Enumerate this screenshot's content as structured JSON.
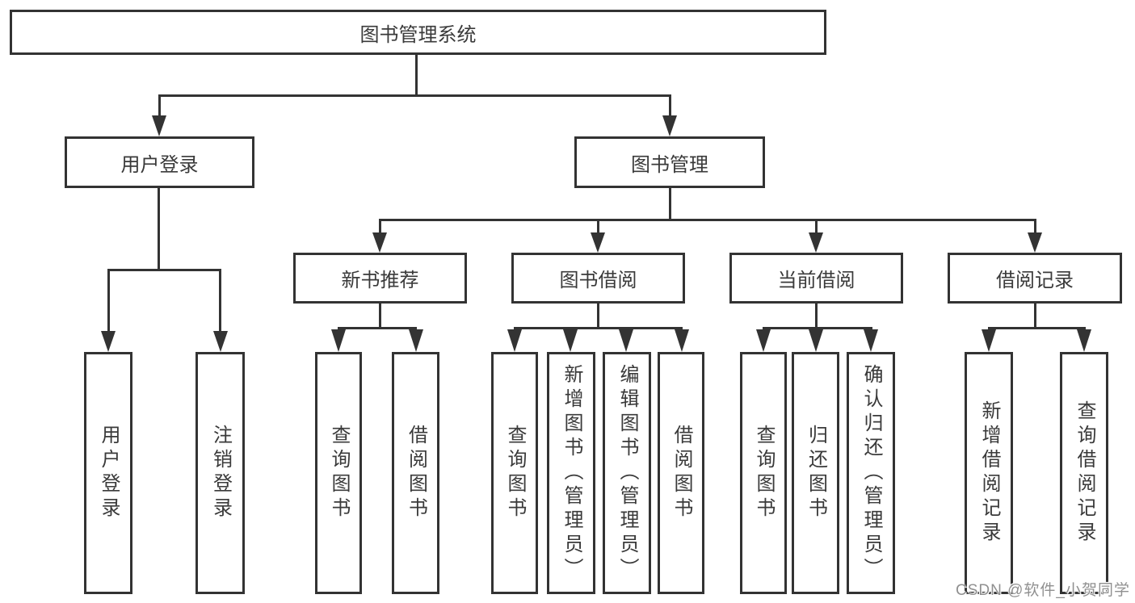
{
  "diagram": {
    "title": "图书管理系统",
    "root": {
      "label": "图书管理系统"
    },
    "branches": [
      {
        "label": "用户登录",
        "children": [
          {
            "label": "用户登录"
          },
          {
            "label": "注销登录"
          }
        ]
      },
      {
        "label": "图书管理",
        "children": [
          {
            "label": "新书推荐",
            "children": [
              {
                "label": "查询图书"
              },
              {
                "label": "借阅图书"
              }
            ]
          },
          {
            "label": "图书借阅",
            "children": [
              {
                "label": "查询图书"
              },
              {
                "label": "新增图书（管理员）"
              },
              {
                "label": "编辑图书（管理员）"
              },
              {
                "label": "借阅图书"
              }
            ]
          },
          {
            "label": "当前借阅",
            "children": [
              {
                "label": "查询图书"
              },
              {
                "label": "归还图书"
              },
              {
                "label": "确认归还（管理员）"
              }
            ]
          },
          {
            "label": "借阅记录",
            "children": [
              {
                "label": "新增借阅记录"
              },
              {
                "label": "查询借阅记录"
              }
            ]
          }
        ]
      }
    ]
  },
  "watermark": {
    "text": "CSDN @软件_小贺同学"
  },
  "colors": {
    "line": "#333333",
    "box_border": "#333333",
    "text": "#3a3a3a",
    "watermark": "#909090",
    "background": "#ffffff"
  }
}
